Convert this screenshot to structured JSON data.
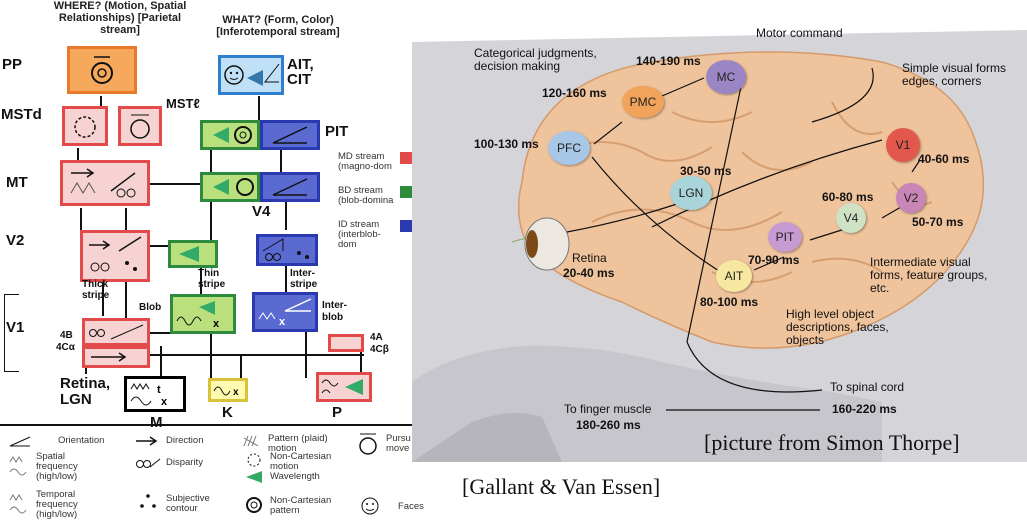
{
  "left": {
    "where_header": "WHERE? (Motion, Spatial Relationships) [Parietal stream]",
    "what_header": "WHAT? (Form, Color) [Inferotemporal stream]",
    "levels": {
      "pp": "PP",
      "mstd": "MSTd",
      "mstl": "MSTℓ",
      "mt": "MT",
      "ait": "AIT, CIT",
      "pit": "PIT",
      "v4": "V4",
      "v2": "V2",
      "v1": "V1",
      "retina": "Retina, LGN",
      "m": "M",
      "k": "K",
      "p": "P"
    },
    "box_labels": {
      "thick": "Thick stripe",
      "thin": "Thin stripe",
      "inter_stripe": "Inter- stripe",
      "blob": "Blob",
      "interblob": "Inter- blob",
      "l4b": "4B",
      "l4ca": "4Cα",
      "l4a": "4A",
      "l4cb": "4Cβ"
    },
    "streams": [
      {
        "label": "MD stream (magno-dom",
        "color": "#e34a4a"
      },
      {
        "label": "BD stream (blob-domina",
        "color": "#2e8a3c"
      },
      {
        "label": "ID stream (interblob-dom",
        "color": "#2a39b0"
      }
    ],
    "legend": [
      {
        "icon": "orientation-icon",
        "text": "Orientation"
      },
      {
        "icon": "direction-icon",
        "text": "Direction"
      },
      {
        "icon": "pattern-icon",
        "text": "Pattern (plaid) motion"
      },
      {
        "icon": "pursuit-icon",
        "text": "Pursu move"
      },
      {
        "icon": "spatial-frequency-icon",
        "text": "Spatial frequency (high/low)"
      },
      {
        "icon": "disparity-icon",
        "text": "Disparity"
      },
      {
        "icon": "wavelength-icon",
        "text": "Wavelength"
      },
      {
        "icon": "non-cartesian-motion-icon",
        "text": "Non-Cartesian motion"
      },
      {
        "icon": "temporal-frequency-icon",
        "text": "Temporal frequency (high/low)"
      },
      {
        "icon": "subjective-contour-icon",
        "text": "Subjective contour"
      },
      {
        "icon": "non-cartesian-pattern-icon",
        "text": "Non-Cartesian pattern"
      },
      {
        "icon": "faces-icon",
        "text": "Faces"
      }
    ],
    "caption": "[Gallant & Van Essen]"
  },
  "right": {
    "colors": {
      "brain": "#efc39c",
      "head": "#c9c9cf"
    },
    "nodes": [
      {
        "name": "PFC",
        "label": "PFC",
        "color": "#a8c6e6"
      },
      {
        "name": "PMC",
        "label": "PMC",
        "color": "#f1a35b"
      },
      {
        "name": "MC",
        "label": "MC",
        "color": "#9a86c4"
      },
      {
        "name": "LGN",
        "label": "LGN",
        "color": "#a9d4da"
      },
      {
        "name": "V1",
        "label": "V1",
        "color": "#e3584c"
      },
      {
        "name": "V2",
        "label": "V2",
        "color": "#c885b5"
      },
      {
        "name": "V4",
        "label": "V4",
        "color": "#cfe2c4"
      },
      {
        "name": "PIT",
        "label": "PIT",
        "color": "#c69bd2"
      },
      {
        "name": "AIT",
        "label": "AIT",
        "color": "#f7e8a1"
      }
    ],
    "timings": {
      "pfc": "100-130 ms",
      "pmc": "120-160 ms",
      "mc": "140-190 ms",
      "lgn": "30-50 ms",
      "v1": "40-60 ms",
      "v2": "50-70 ms",
      "v4": "60-80 ms",
      "pit": "70-90 ms",
      "ait": "80-100 ms",
      "retina": "20-40 ms",
      "spinal": "160-220 ms",
      "finger": "180-260 ms"
    },
    "notes": {
      "motor": "Motor command",
      "categorical": "Categorical judgments, decision making",
      "simple": "Simple visual forms edges, corners",
      "intermediate": "Intermediate visual forms, feature groups, etc.",
      "high": "High level object descriptions, faces, objects",
      "retina": "Retina",
      "spinal": "To spinal cord",
      "finger": "To finger muscle"
    },
    "caption": "[picture from Simon Thorpe]"
  }
}
